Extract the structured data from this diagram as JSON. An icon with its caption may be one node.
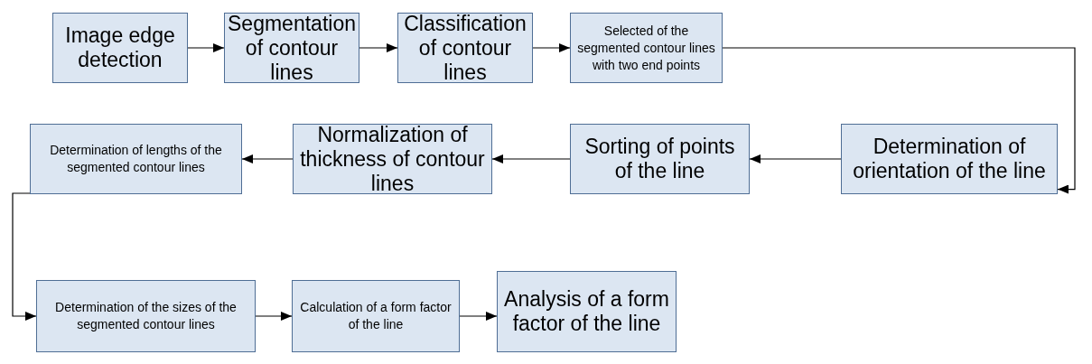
{
  "diagram": {
    "nodes": [
      {
        "text": [
          "Image edge detection"
        ]
      },
      {
        "text": [
          "Segmentation of contour lines"
        ]
      },
      {
        "text": [
          "Classification of contour lines"
        ]
      },
      {
        "text": [
          "Selected of the segmented contour lines with two end points"
        ]
      },
      {
        "text": [
          "Determination of orientation of the line"
        ]
      },
      {
        "text": [
          "Sorting of points of the line"
        ]
      },
      {
        "text": [
          "Normalization of thickness of contour lines"
        ]
      },
      {
        "text": [
          "Determination of lengths of the segmented contour lines"
        ]
      },
      {
        "text": [
          "Determination of the sizes of the segmented contour lines"
        ]
      },
      {
        "text": [
          "Calculation of a form factor of the line"
        ]
      },
      {
        "text": [
          "Analysis of a form factor of the line"
        ]
      }
    ],
    "edges": [
      {
        "from": 0,
        "to": 1,
        "arrow": "to"
      },
      {
        "from": 1,
        "to": 2,
        "arrow": "to"
      },
      {
        "from": 2,
        "to": 3,
        "arrow": "to"
      },
      {
        "from": 3,
        "to": 4,
        "arrow": "to"
      },
      {
        "from": 4,
        "to": 5,
        "arrow": "to"
      },
      {
        "from": 5,
        "to": 6,
        "arrow": "to"
      },
      {
        "from": 6,
        "to": 7,
        "arrow": "to"
      },
      {
        "from": 7,
        "to": 8,
        "arrow": "to"
      },
      {
        "from": 8,
        "to": 9,
        "arrow": "to"
      },
      {
        "from": 9,
        "to": 10,
        "arrow": "to"
      }
    ]
  }
}
